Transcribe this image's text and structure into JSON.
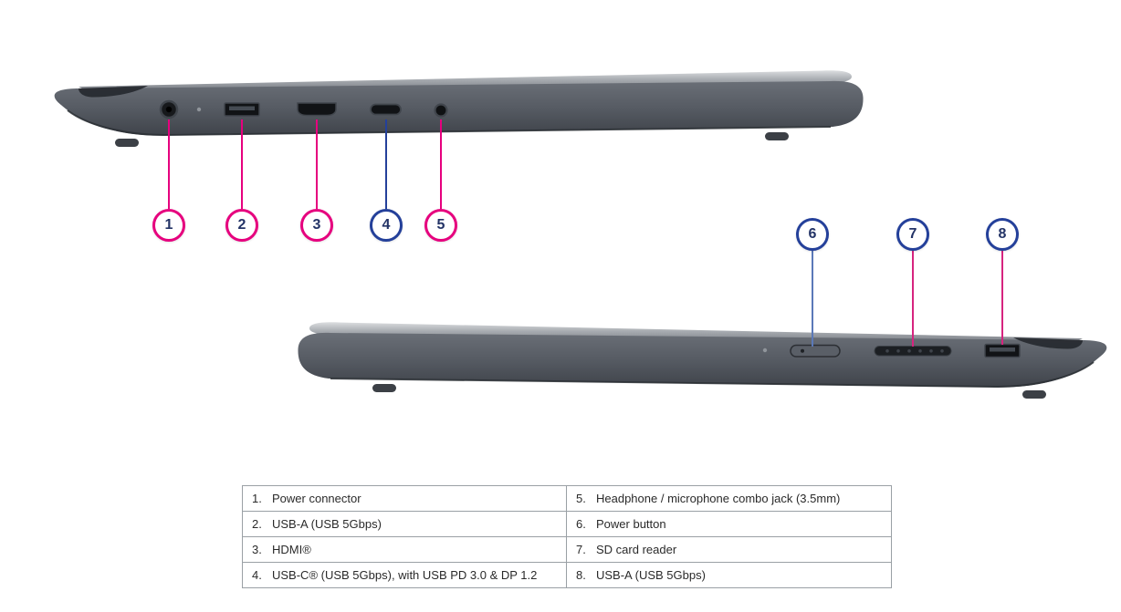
{
  "diagram": {
    "number_color": "#233366",
    "callouts": [
      {
        "num": "1",
        "color": "#e6007e",
        "line_color": "#e6007e"
      },
      {
        "num": "2",
        "color": "#e6007e",
        "line_color": "#e6007e"
      },
      {
        "num": "3",
        "color": "#e6007e",
        "line_color": "#e6007e"
      },
      {
        "num": "4",
        "color": "#24409a",
        "line_color": "#24409a"
      },
      {
        "num": "5",
        "color": "#e6007e",
        "line_color": "#e6007e"
      },
      {
        "num": "6",
        "color": "#24409a",
        "line_color": "#5b79b8"
      },
      {
        "num": "7",
        "color": "#24409a",
        "line_color": "#d6247f"
      },
      {
        "num": "8",
        "color": "#24409a",
        "line_color": "#d6247f"
      }
    ]
  },
  "legend": {
    "rows": [
      {
        "left": {
          "num": "1.",
          "label": "Power connector"
        },
        "right": {
          "num": "5.",
          "label": "Headphone / microphone combo jack (3.5mm)"
        }
      },
      {
        "left": {
          "num": "2.",
          "label": "USB-A (USB 5Gbps)"
        },
        "right": {
          "num": "6.",
          "label": "Power button"
        }
      },
      {
        "left": {
          "num": "3.",
          "label": "HDMI®"
        },
        "right": {
          "num": "7.",
          "label": "SD card reader"
        }
      },
      {
        "left": {
          "num": "4.",
          "label": "USB-C® (USB 5Gbps), with USB PD 3.0 & DP 1.2"
        },
        "right": {
          "num": "8.",
          "label": "USB-A (USB 5Gbps)"
        }
      }
    ]
  }
}
